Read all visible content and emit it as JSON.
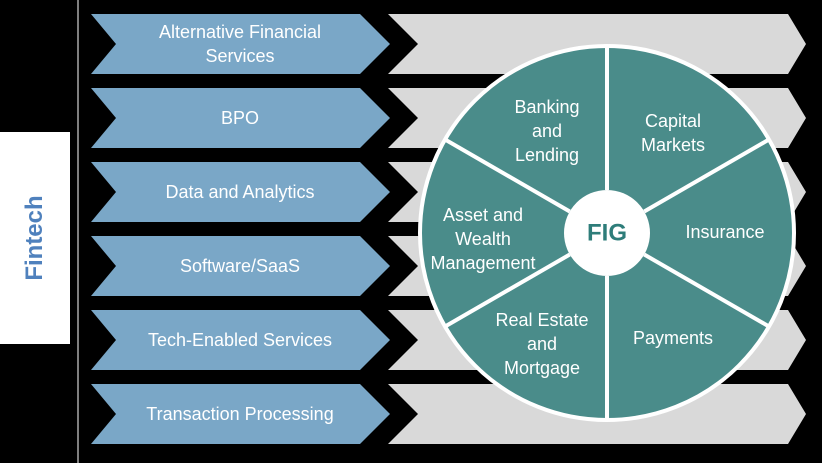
{
  "vertical_title": "Fintech",
  "hub_label": "FIG",
  "categories": [
    {
      "lines": [
        "Alternative Financial",
        "Services"
      ]
    },
    {
      "lines": [
        "BPO"
      ]
    },
    {
      "lines": [
        "Data and Analytics"
      ]
    },
    {
      "lines": [
        "Software/SaaS"
      ]
    },
    {
      "lines": [
        "Tech-Enabled Services"
      ]
    },
    {
      "lines": [
        "Transaction Processing"
      ]
    }
  ],
  "segments": [
    {
      "lines": [
        "Banking",
        "and",
        "Lending"
      ]
    },
    {
      "lines": [
        "Capital",
        "Markets"
      ]
    },
    {
      "lines": [
        "Insurance"
      ]
    },
    {
      "lines": [
        "Payments"
      ]
    },
    {
      "lines": [
        "Real Estate",
        "and",
        "Mortgage"
      ]
    },
    {
      "lines": [
        "Asset and",
        "Wealth",
        "Management"
      ]
    }
  ],
  "colors": {
    "background": "#000000",
    "chevron_fill": "#7aa7c7",
    "band_fill": "#d9d9d9",
    "wheel_fill": "#4a8c8a",
    "hub_fill": "#ffffff",
    "hub_text": "#2e7d7a",
    "title_text": "#4f81bd"
  }
}
